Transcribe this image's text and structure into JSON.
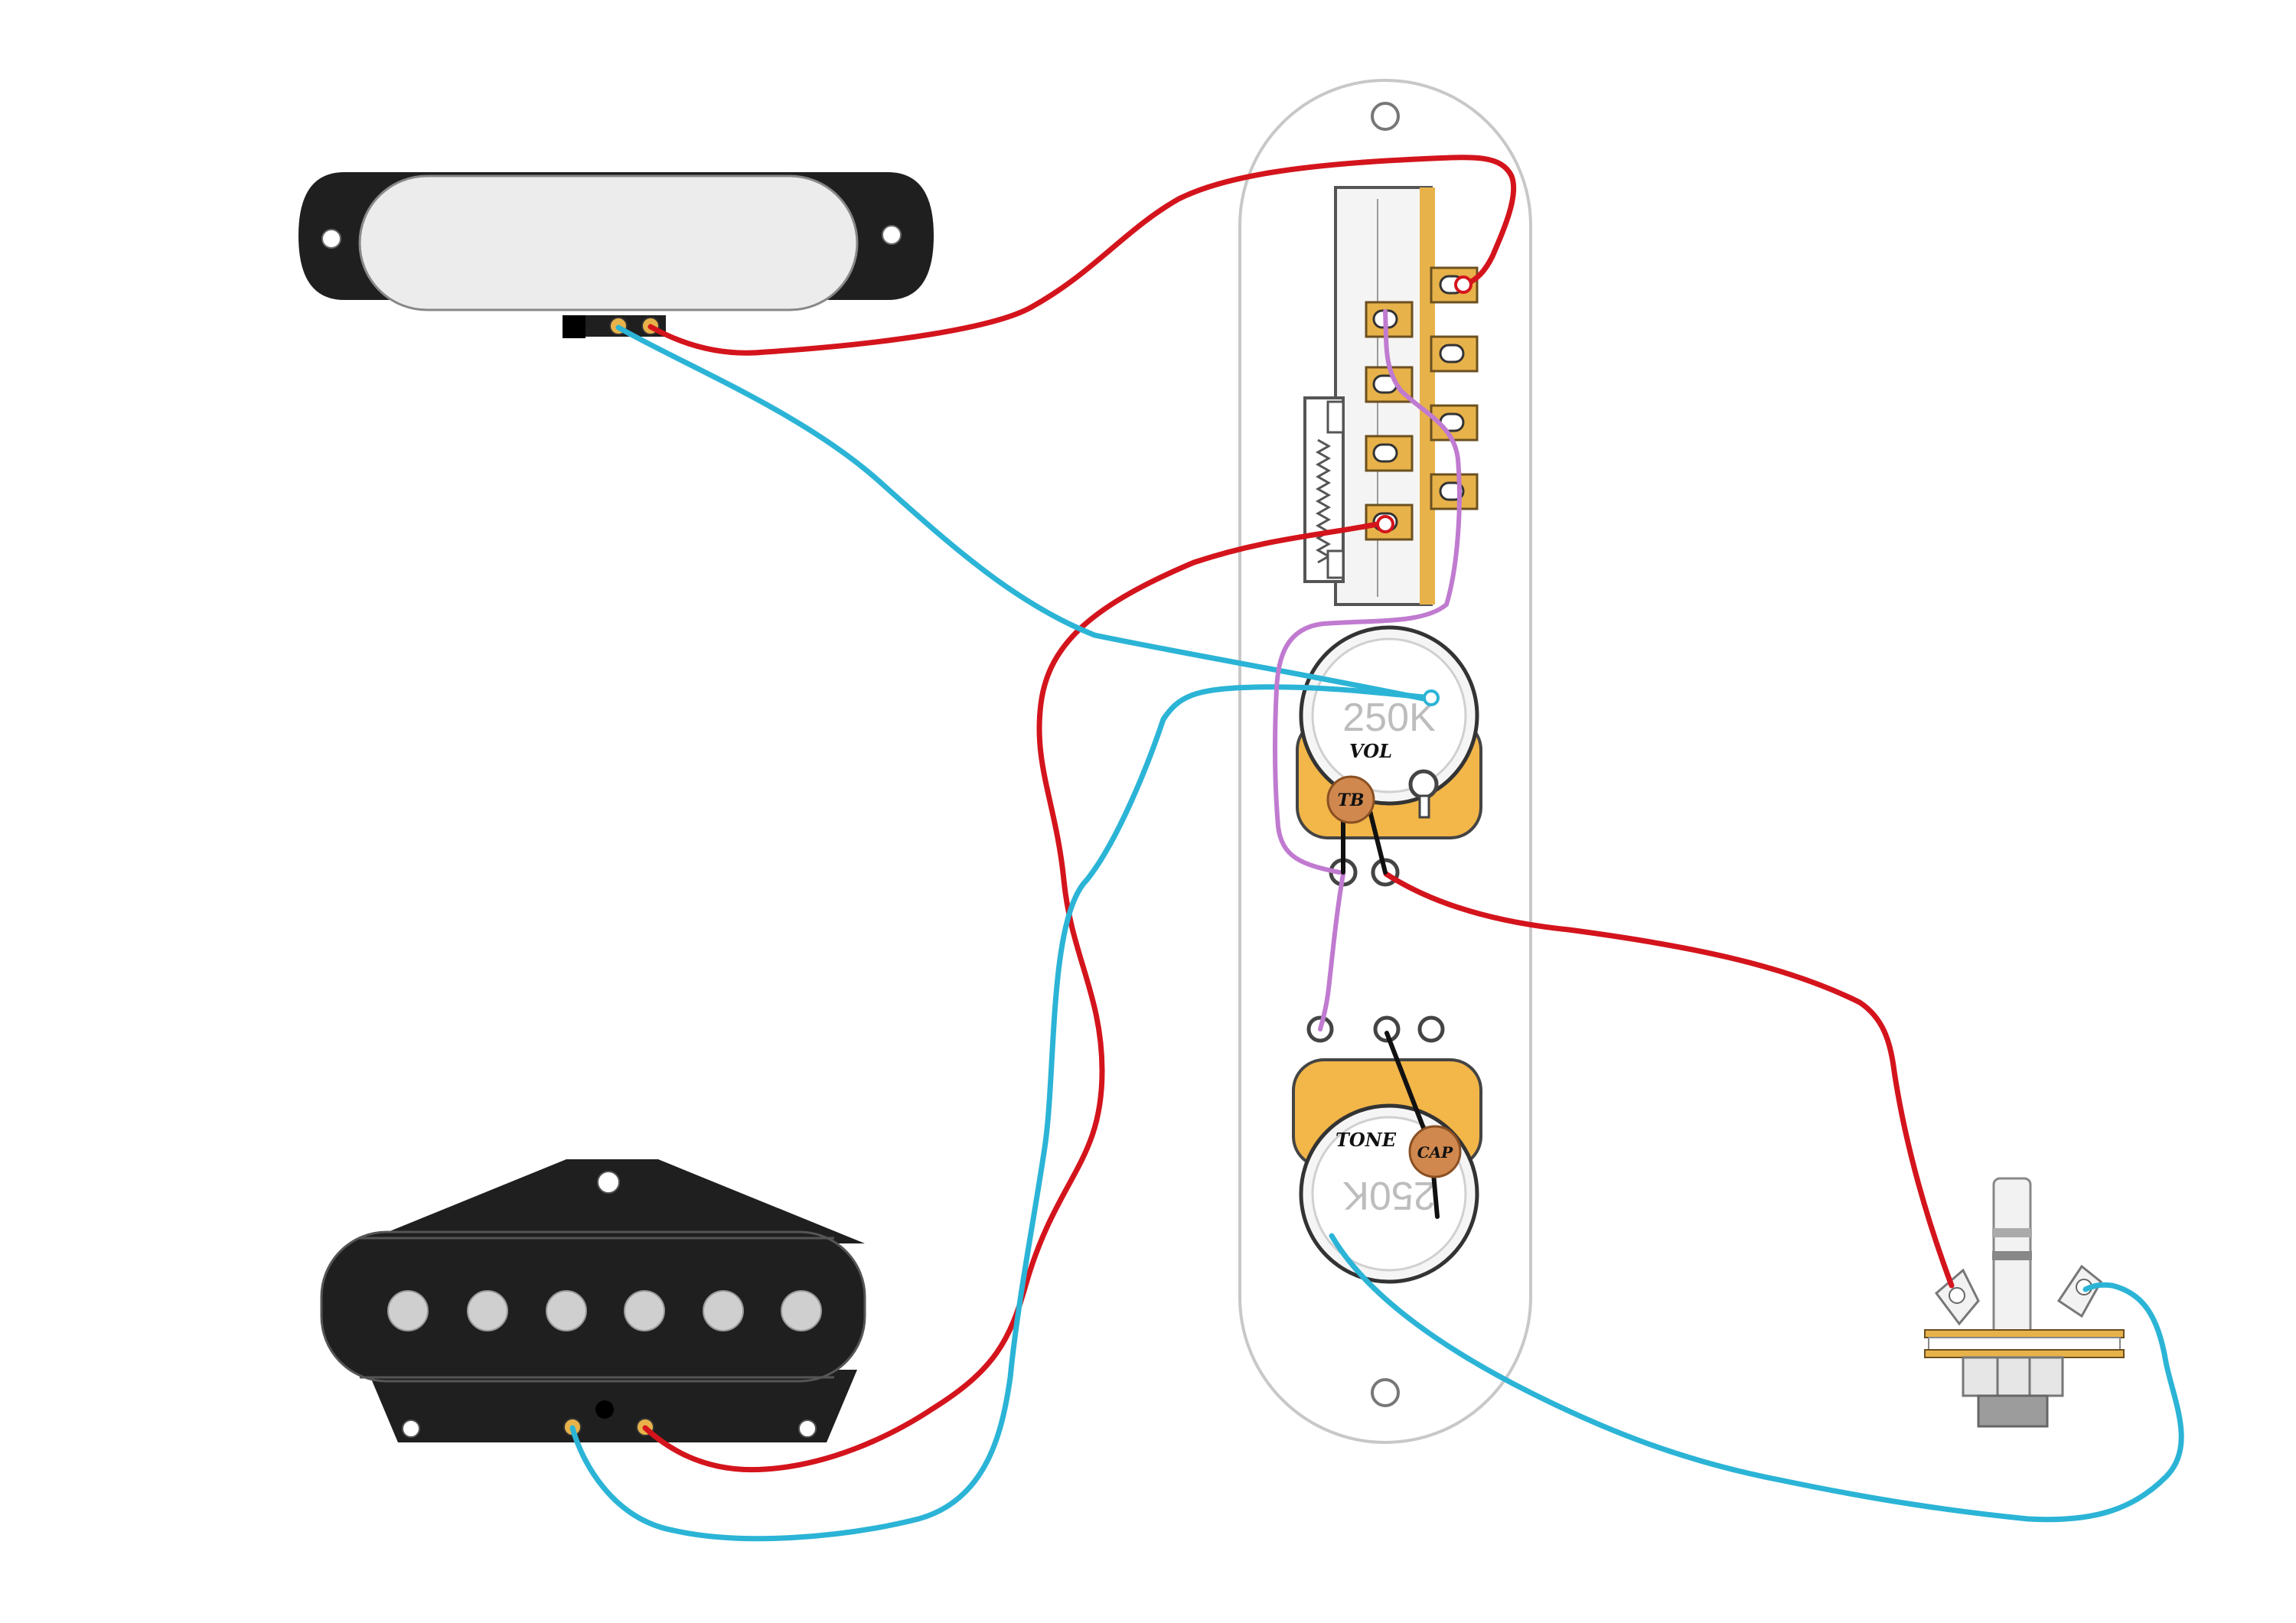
{
  "components": {
    "volume_pot": {
      "value": "250K",
      "label": "VOL"
    },
    "tone_pot": {
      "value": "250K",
      "label": "TONE"
    },
    "treble_bleed": {
      "label": "TB"
    },
    "tone_cap": {
      "label": "CAP"
    }
  },
  "colors": {
    "hot_wire": "#d4141c",
    "ground_wire": "#2bb4d6",
    "pink_wire": "#c07ad0",
    "black_wire": "#111111",
    "solder_lug": "#e8b24a",
    "pot_body": "#f2b649",
    "component_orange": "#d0884e",
    "pickup_black": "#1f1f1f"
  },
  "icons": {
    "neck_pickup": "single-coil-neck-pickup-icon",
    "bridge_pickup": "telecaster-bridge-pickup-icon",
    "control_plate": "control-plate-icon",
    "selector_switch": "three-way-switch-icon",
    "output_jack": "output-jack-icon"
  }
}
